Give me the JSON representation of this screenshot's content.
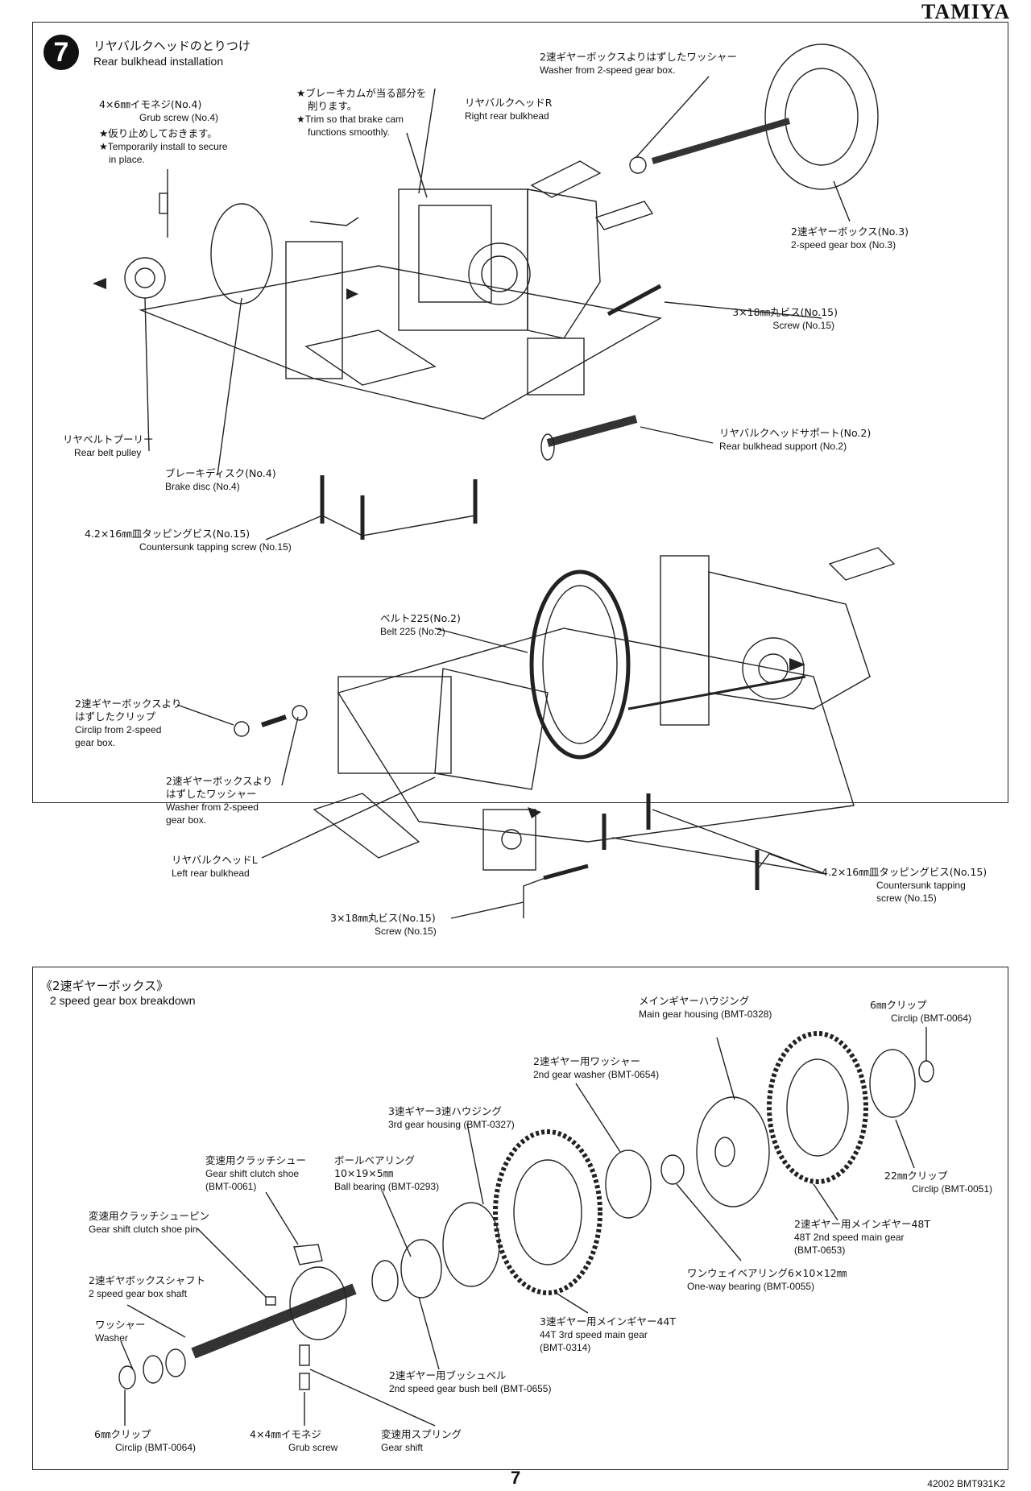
{
  "brand": "TAMIYA",
  "step7": {
    "number": "7",
    "title_jp": "リヤバルクヘッドのとりつけ",
    "title_en": "Rear bulkhead installation",
    "labels": {
      "grub_screw": {
        "jp": "4×6㎜イモネジ(No.4)",
        "en": "Grub screw (No.4)"
      },
      "temp_install": {
        "jp": "★仮り止めしておきます。",
        "en1": "★Temporarily install to secure",
        "en2": "in place."
      },
      "trim": {
        "jp1": "★ブレーキカムが当る部分を",
        "jp2": "削ります。",
        "en1": "★Trim so that brake cam",
        "en2": "functions smoothly."
      },
      "right_bulkhead": {
        "jp": "リヤバルクヘッドR",
        "en": "Right rear bulkhead"
      },
      "washer_top": {
        "jp": "2速ギヤーボックスよりはずしたワッシャー",
        "en": "Washer from 2-speed gear box."
      },
      "gearbox": {
        "jp": "2速ギヤーボックス(No.3)",
        "en": "2-speed gear box (No.3)"
      },
      "screw_top": {
        "jp": "3×18㎜丸ビス(No.15)",
        "en": "Screw (No.15)"
      },
      "pulley": {
        "jp": "リヤベルトプーリー",
        "en": "Rear belt pulley"
      },
      "support": {
        "jp": "リヤバルクヘッドサポート(No.2)",
        "en": "Rear bulkhead support (No.2)"
      },
      "brake_disc": {
        "jp": "ブレーキディスク(No.4)",
        "en": "Brake disc (No.4)"
      },
      "tapping_top": {
        "jp": "4.2×16㎜皿タッピングビス(No.15)",
        "en": "Countersunk tapping screw (No.15)"
      },
      "belt": {
        "jp": "ベルト225(No.2)",
        "en": "Belt 225 (No.2)"
      },
      "circlip": {
        "jp1": "2速ギヤーボックスより",
        "jp2": "はずしたクリップ",
        "en1": "Circlip from 2-speed",
        "en2": "gear box."
      },
      "washer_mid": {
        "jp1": "2速ギヤーボックスより",
        "jp2": "はずしたワッシャー",
        "en1": "Washer from 2-speed",
        "en2": "gear box."
      },
      "left_bulkhead": {
        "jp": "リヤバルクヘッドL",
        "en": "Left rear bulkhead"
      },
      "tapping_bottom": {
        "jp": "4.2×16㎜皿タッピングビス(No.15)",
        "en1": "Countersunk tapping",
        "en2": "screw (No.15)"
      },
      "screw_bottom": {
        "jp": "3×18㎜丸ビス(No.15)",
        "en": "Screw (No.15)"
      }
    }
  },
  "breakdown": {
    "title_jp": "《2速ギヤーボックス》",
    "title_en": "2 speed gear box breakdown",
    "labels": {
      "main_housing": {
        "jp": "メインギヤーハウジング",
        "en": "Main gear housing  (BMT-0328)"
      },
      "circlip6_top": {
        "jp": "6㎜クリップ",
        "en": "Circlip (BMT-0064)"
      },
      "washer_2nd": {
        "jp": "2速ギヤー用ワッシャー",
        "en": "2nd gear washer  (BMT-0654)"
      },
      "housing_3rd": {
        "jp": "3速ギヤー3速ハウジング",
        "en": "3rd gear housing (BMT-0327)"
      },
      "clutch_shoe": {
        "jp": "変速用クラッチシュー",
        "en1": "Gear shift clutch shoe",
        "en2": "(BMT-0061)"
      },
      "ball_bearing": {
        "jp1": "ボールベアリング",
        "jp2": "10×19×5㎜",
        "en": "Ball bearing (BMT-0293)"
      },
      "circlip22": {
        "jp": "22㎜クリップ",
        "en": "Circlip (BMT-0051)"
      },
      "clutch_pin": {
        "jp": "変速用クラッチシューピン",
        "en": "Gear shift clutch shoe pin"
      },
      "main_gear_48": {
        "jp": "2速ギヤー用メインギヤー48T",
        "en1": "48T 2nd speed main gear",
        "en2": "(BMT-0653)"
      },
      "oneway": {
        "jp": "ワンウェイベアリング6×10×12㎜",
        "en": "One-way bearing (BMT-0055)"
      },
      "shaft": {
        "jp": "2速ギヤボックスシャフト",
        "en": "2 speed gear box shaft"
      },
      "washer": {
        "jp": "ワッシャー",
        "en": "Washer"
      },
      "main_gear_44": {
        "jp": "3速ギヤー用メインギヤー44T",
        "en1": "44T 3rd speed main gear",
        "en2": "(BMT-0314)"
      },
      "bush_bell": {
        "jp": "2速ギヤー用ブッシュベル",
        "en": "2nd speed gear bush bell  (BMT-0655)"
      },
      "circlip6_bottom": {
        "jp": "6㎜クリップ",
        "en": "Circlip  (BMT-0064)"
      },
      "grub": {
        "jp": "4×4㎜イモネジ",
        "en": "Grub screw"
      },
      "spring": {
        "jp": "変速用スプリング",
        "en": "Gear shift"
      }
    }
  },
  "footer": {
    "page": "7",
    "code": "42002 BMT931K2"
  }
}
